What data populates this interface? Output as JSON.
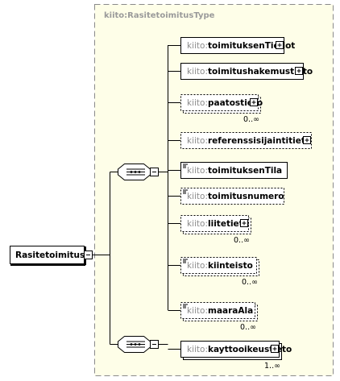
{
  "type_label": "kiito:RasitetoimitusType",
  "root": {
    "name": "Rasitetoimitus"
  },
  "sequence_1": {
    "elements": [
      {
        "prefix": "kiito:",
        "name": "toimituksenTiedot",
        "optional": false,
        "expandable": true,
        "cardinality": ""
      },
      {
        "prefix": "kiito:",
        "name": "toimitushakemustieto",
        "optional": false,
        "expandable": true,
        "cardinality": ""
      },
      {
        "prefix": "kiito:",
        "name": "paatostieto",
        "optional": true,
        "expandable": true,
        "cardinality": "0..∞"
      },
      {
        "prefix": "kiito:",
        "name": "referenssisijaintitieto",
        "optional": true,
        "expandable": true,
        "cardinality": ""
      },
      {
        "prefix": "kiito:",
        "name": "toimituksenTila",
        "optional": false,
        "expandable": false,
        "cardinality": ""
      },
      {
        "prefix": "kiito:",
        "name": "toimitusnumero",
        "optional": true,
        "expandable": false,
        "cardinality": ""
      },
      {
        "prefix": "kiito:",
        "name": "liitetieto",
        "optional": true,
        "expandable": true,
        "cardinality": "0..∞"
      },
      {
        "prefix": "kiito:",
        "name": "kiinteisto",
        "optional": true,
        "expandable": false,
        "cardinality": "0..∞"
      },
      {
        "prefix": "kiito:",
        "name": "maaraAla",
        "optional": true,
        "expandable": false,
        "cardinality": "0..∞"
      }
    ]
  },
  "sequence_2": {
    "elements": [
      {
        "prefix": "kiito:",
        "name": "kayttooikeustieto",
        "optional": false,
        "expandable": true,
        "cardinality": "1..∞"
      }
    ]
  }
}
